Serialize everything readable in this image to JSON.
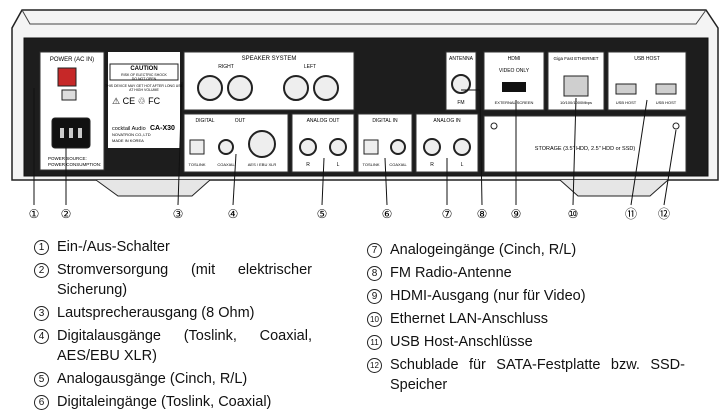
{
  "device": {
    "brand": "cocktail Audio",
    "model": "CA-X30",
    "maker": "NOVATRON CO.,LTD",
    "made_in": "MADE IN KOREA"
  },
  "panel_labels": {
    "power": "POWER (AC IN)",
    "caution_title": "CAUTION",
    "caution_text_1": "RISK OF ELECTRIC SHOCK",
    "caution_text_2": "DO NOT OPEN",
    "caution_text_3": "THIS DEVICE MAY GET HOT AFTER LONG USE",
    "caution_text_4": "AT HIGH VOLUME",
    "speaker_system": "SPEAKER SYSTEM",
    "right": "RIGHT",
    "left": "LEFT",
    "antenna": "ANTENNA",
    "fm": "FM",
    "hdmi": "HDMI",
    "video_only": "VIDEO ONLY",
    "external_screen": "EXTERNAL SCREEN",
    "ethernet": "Giga Fast ETHERNET",
    "ethernet_speed": "10/100/1000Mbps",
    "usb_host": "USB HOST",
    "usb_host_port": "USB HOST",
    "digital_out": "DIGITAL",
    "out": "OUT",
    "analog_out": "ANALOG OUT",
    "digital_in": "DIGITAL IN",
    "analog_in": "ANALOG IN",
    "toslink": "TOSLINK",
    "coaxial": "COAXIAL",
    "aes": "AES / EBU XLR",
    "r": "R",
    "l": "L",
    "storage": "STORAGE (3.5\" HDD, 2.5\" HDD or SSD)",
    "power_source": "POWER SOURCE:",
    "power_consumption": "POWER CONSUMPTION:"
  },
  "callouts": [
    "①",
    "②",
    "③",
    "④",
    "⑤",
    "⑥",
    "⑦",
    "⑧",
    "⑨",
    "⑩",
    "⑪",
    "⑫"
  ],
  "legend": {
    "left": [
      {
        "num": "1",
        "text": "Ein-/Aus-Schalter"
      },
      {
        "num": "2",
        "text": "Stromversorgung (mit elektrischer Sicherung)"
      },
      {
        "num": "3",
        "text": "Lautsprecherausgang (8 Ohm)"
      },
      {
        "num": "4",
        "text": "Digitalausgänge (Toslink, Coaxial, AES/EBU XLR)"
      },
      {
        "num": "5",
        "text": "Analogausgänge (Cinch, R/L)"
      },
      {
        "num": "6",
        "text": "Digitaleingänge (Toslink, Coaxial)"
      }
    ],
    "right": [
      {
        "num": "7",
        "text": "Analogeingänge (Cinch, R/L)"
      },
      {
        "num": "8",
        "text": "FM Radio-Antenne"
      },
      {
        "num": "9",
        "text": "HDMI-Ausgang (nur für Video)"
      },
      {
        "num": "10",
        "text": "Ethernet LAN-Anschluss"
      },
      {
        "num": "11",
        "text": "USB Host-Anschlüsse"
      },
      {
        "num": "12",
        "text": "Schublade für SATA-Festplatte bzw. SSD-Speicher"
      }
    ]
  }
}
